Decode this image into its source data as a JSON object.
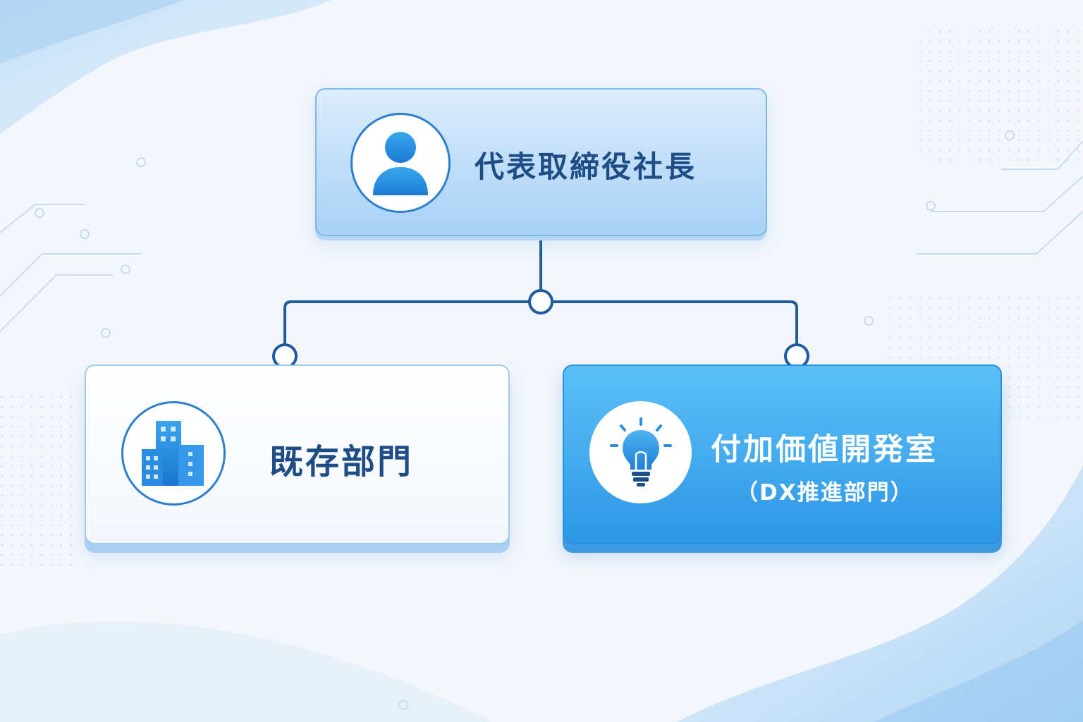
{
  "colors": {
    "background": "#f3f7fc",
    "connector": "#1f5c9e",
    "title_text": "#1e4d86",
    "accent_blue": "#2d97e6",
    "light_blue": "#a7d1f6"
  },
  "nodes": {
    "ceo": {
      "label": "代表取締役社長",
      "icon": "person-icon"
    },
    "existing": {
      "label": "既存部門",
      "icon": "building-icon"
    },
    "dx": {
      "label": "付加価値開発室",
      "sublabel": "（DX推進部門）",
      "icon": "lightbulb-icon"
    }
  }
}
